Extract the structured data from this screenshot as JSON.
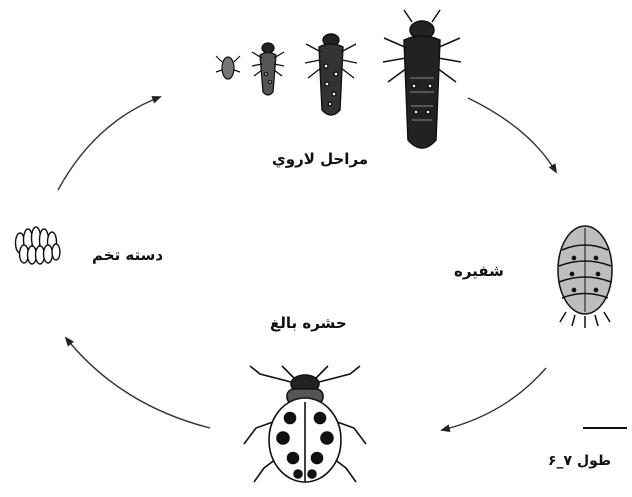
{
  "labels": {
    "larval_stages": "مراحل لاروي",
    "egg_cluster": "دسته تخم",
    "pupa": "شفيره",
    "adult": "حشره بالغ",
    "scale_note": "طول ۷_۶"
  },
  "icons": [
    "egg-cluster-icon",
    "larva-stage-1-icon",
    "larva-stage-2-icon",
    "larva-stage-3-icon",
    "larva-stage-4-icon",
    "pupa-icon",
    "adult-ladybird-icon",
    "cycle-arrow-icon"
  ],
  "colors": {
    "ink": "#111111",
    "paper": "#ffffff"
  }
}
